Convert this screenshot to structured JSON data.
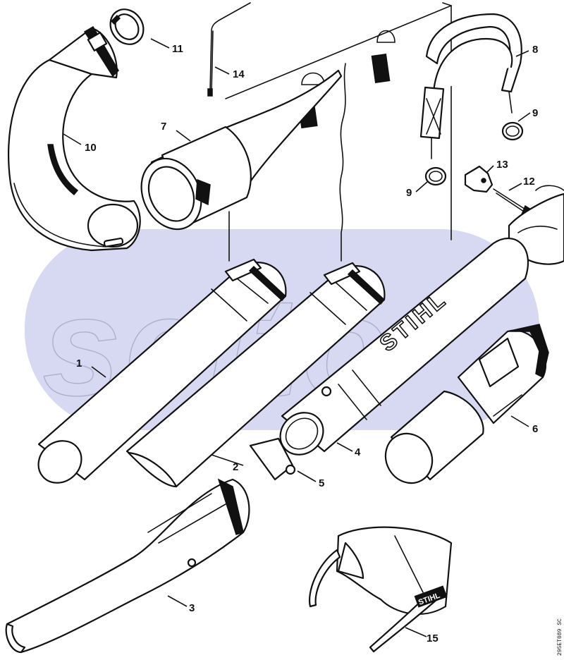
{
  "diagram": {
    "reference_code": "295ET089 SC",
    "brand_logo": "STIHL",
    "watermark": "seito",
    "colors": {
      "line": "#111111",
      "background": "#ffffff",
      "watermark_band": "#c9cbec"
    },
    "callouts": [
      {
        "number": "1"
      },
      {
        "number": "2"
      },
      {
        "number": "3"
      },
      {
        "number": "4"
      },
      {
        "number": "5"
      },
      {
        "number": "6"
      },
      {
        "number": "7"
      },
      {
        "number": "8"
      },
      {
        "number": "9"
      },
      {
        "number": "9"
      },
      {
        "number": "10"
      },
      {
        "number": "11"
      },
      {
        "number": "12"
      },
      {
        "number": "13"
      },
      {
        "number": "14"
      },
      {
        "number": "15"
      }
    ]
  }
}
